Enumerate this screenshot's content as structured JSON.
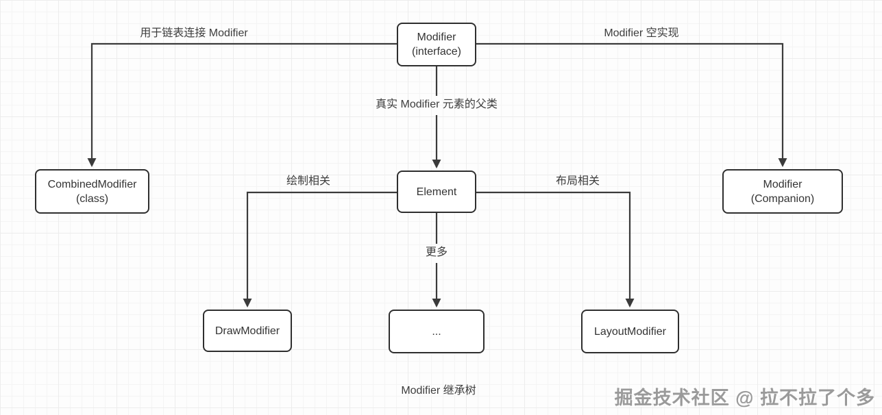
{
  "caption": "Modifier 继承树",
  "watermark": "掘金技术社区 @ 拉不拉了个多",
  "colors": {
    "background": "#fdfdfd",
    "grid_line": "#ececec",
    "edge_line": "#3a3a3a",
    "node_border": "#2e2e2e",
    "node_fill": "#ffffff",
    "text": "#333333",
    "watermark_text": "#9a9a9a"
  },
  "nodes": {
    "modifier_interface": {
      "line1": "Modifier",
      "line2": "(interface)"
    },
    "combined_modifier": {
      "line1": "CombinedModifier",
      "line2": "(class)"
    },
    "modifier_companion": {
      "line1": "Modifier",
      "line2": "(Companion)"
    },
    "element": {
      "line1": "Element"
    },
    "draw_modifier": {
      "line1": "DrawModifier"
    },
    "more_node": {
      "line1": "..."
    },
    "layout_modifier": {
      "line1": "LayoutModifier"
    }
  },
  "edge_labels": {
    "linked_list": "用于链表连接 Modifier",
    "empty_impl": "Modifier 空实现",
    "parent_class": "真实 Modifier 元素的父类",
    "draw_related": "绘制相关",
    "more": "更多",
    "layout_related": "布局相关"
  }
}
